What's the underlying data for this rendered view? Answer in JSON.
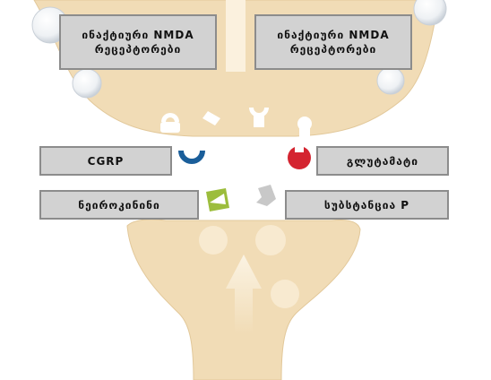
{
  "labels": {
    "nmda_left": "ინაქტიური NMDA\nრეცეპტორები",
    "nmda_right": "ინაქტიური NMDA\nრეცეპტორები",
    "cgrp": "CGRP",
    "glutamate": "გლუტამატი",
    "neurokinin": "ნეიროკინინი",
    "substance_p": "სუბსტანცია P"
  },
  "colors": {
    "neuron": "#f1dcb6",
    "neuron_edge": "#e2c89a",
    "label_fill": "#d2d2d2",
    "label_border": "#8c8c8c",
    "cgrp": "#1a5e9a",
    "glutamate": "#d42430",
    "neurokinin": "#9cbd3c",
    "substance_p": "#c8c8c8"
  },
  "icons": [
    "vesicle-icon",
    "receptor-icon",
    "cgrp-icon",
    "glutamate-icon",
    "neurokinin-icon",
    "substance-p-icon",
    "arrow-up-icon"
  ]
}
